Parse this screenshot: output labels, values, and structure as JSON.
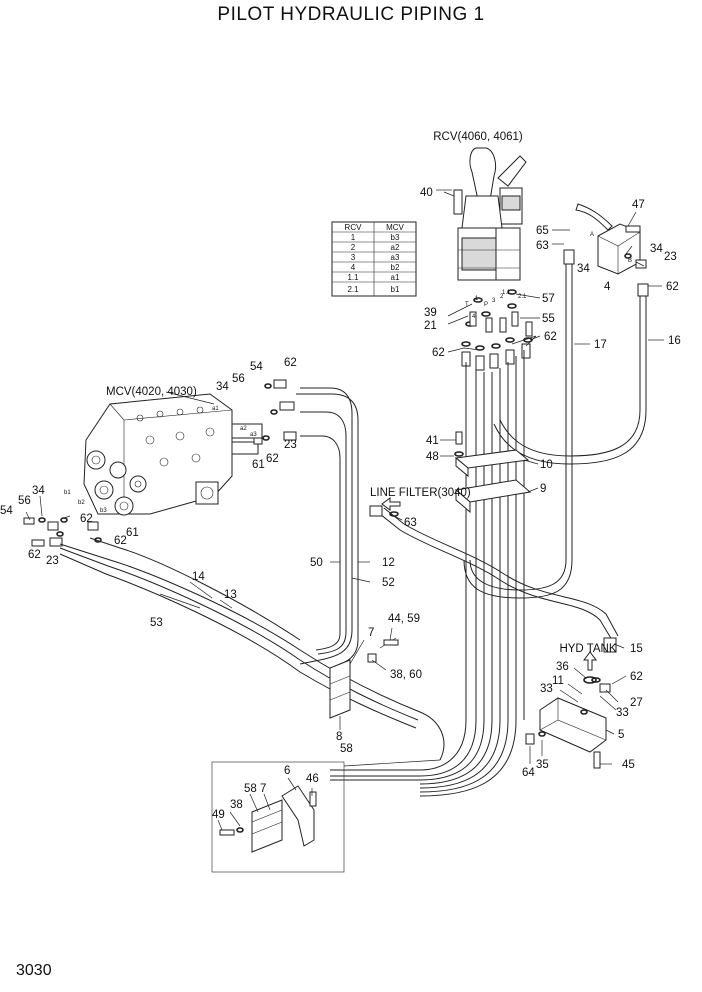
{
  "title": "PILOT HYDRAULIC PIPING 1",
  "page_number": "3030",
  "components": {
    "rcv": "RCV(4060, 4061)",
    "mcv": "MCV(4020, 4030)",
    "line_filter": "LINE FILTER(3040)",
    "hyd_tank": "HYD TANK"
  },
  "port_table": {
    "headers": [
      "RCV",
      "MCV"
    ],
    "rows": [
      [
        "1",
        "b3"
      ],
      [
        "2",
        "a2"
      ],
      [
        "3",
        "a3"
      ],
      [
        "4",
        "b2"
      ],
      [
        "1.1",
        "a1"
      ],
      [
        "2.1",
        "b1"
      ]
    ]
  },
  "port_marks": {
    "t": "T",
    "p": "P",
    "one": "1",
    "two": "2",
    "three": "3",
    "four": "4",
    "one_one": "1.1",
    "two_one": "2.1",
    "a": "A",
    "b": "B",
    "a1": "a1",
    "a2": "a2",
    "a3": "a3",
    "b1": "b1",
    "b2": "b2",
    "b3": "b3"
  },
  "callouts": {
    "c40": "40",
    "c65": "65",
    "c63a": "63",
    "c47": "47",
    "c34a": "34",
    "c23a": "23",
    "c4": "4",
    "c62a": "62",
    "c39": "39",
    "c21": "21",
    "c57": "57",
    "c55": "55",
    "c62b": "62",
    "c62c": "62",
    "c17": "17",
    "c16": "16",
    "c54a": "54",
    "c62d": "62",
    "c56a": "56",
    "c34b": "34",
    "c23b": "23",
    "c62e": "62",
    "c61a": "61",
    "c41": "41",
    "c48": "48",
    "c10": "10",
    "c9": "9",
    "c63b": "63",
    "c34c": "34",
    "c56b": "56",
    "c54b": "54",
    "c62f": "62",
    "c61b": "61",
    "c62g": "62",
    "c62h": "62",
    "c23c": "23",
    "c50": "50",
    "c12": "12",
    "c52": "52",
    "c14": "14",
    "c13": "13",
    "c53": "53",
    "c4459": "44, 59",
    "c7a": "7",
    "c3860": "38, 60",
    "c8": "8",
    "c58a": "58",
    "c15": "15",
    "c36": "36",
    "c62i": "62",
    "c33a": "33",
    "c11": "11",
    "c27": "27",
    "c33b": "33",
    "c5": "5",
    "c64": "64",
    "c35": "35",
    "c45": "45",
    "c6": "6",
    "c58b": "58",
    "c7b": "7",
    "c46": "46",
    "c38": "38",
    "c49": "49"
  }
}
